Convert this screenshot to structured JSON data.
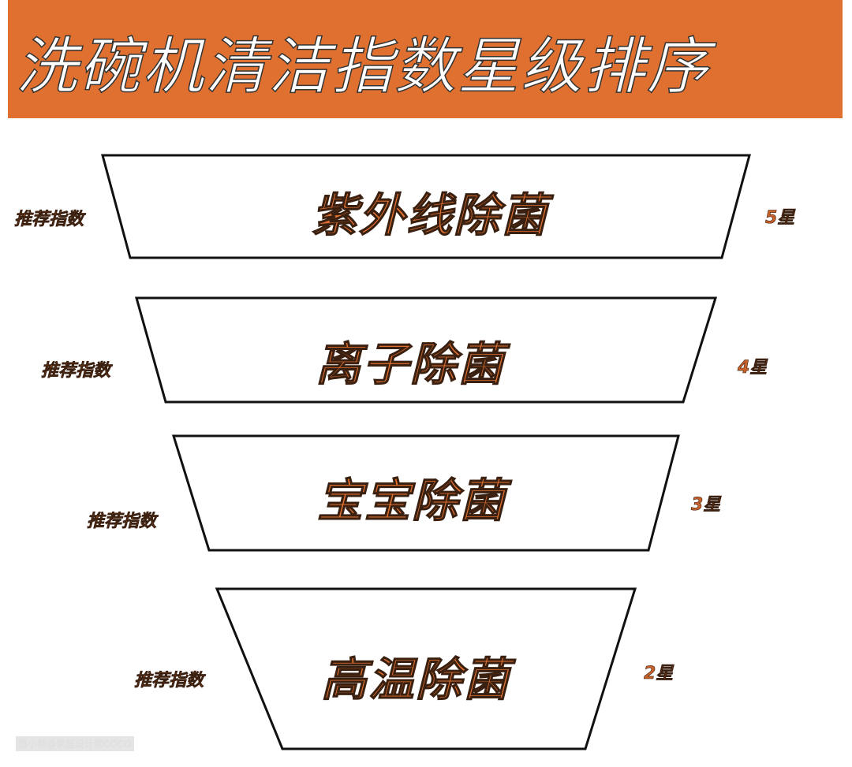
{
  "title": "洗碗机清洁指数星级排序",
  "colors": {
    "accent": "#e07030",
    "outline": "#111111"
  },
  "levels": [
    {
      "name": "紫外线除菌",
      "label": "推荐指数",
      "rating": "5星"
    },
    {
      "name": "离子除菌",
      "label": "推荐指数",
      "rating": "4星"
    },
    {
      "name": "宝宝除菌",
      "label": "推荐指数",
      "rating": "3星"
    },
    {
      "name": "高温除菌",
      "label": "推荐指数",
      "rating": "2星"
    }
  ],
  "watermark": "值小帮@家居设计师COCO"
}
